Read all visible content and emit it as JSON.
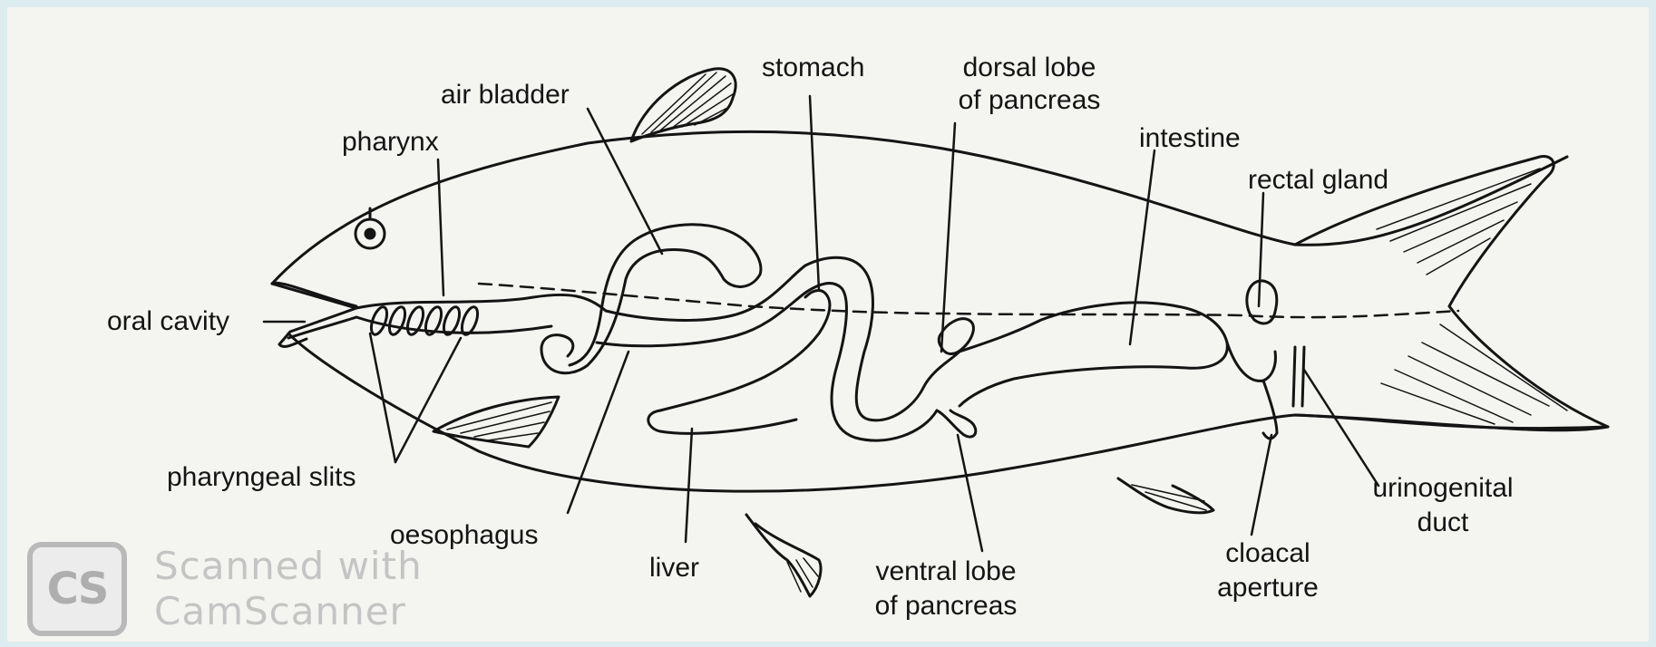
{
  "labels": {
    "oral_cavity": "oral cavity",
    "pharynx": "pharynx",
    "air_bladder": "air bladder",
    "stomach": "stomach",
    "dorsal_lobe_1": "dorsal lobe",
    "dorsal_lobe_2": "of pancreas",
    "intestine": "intestine",
    "rectal_gland": "rectal gland",
    "pharyngeal_slits": "pharyngeal slits",
    "oesophagus": "oesophagus",
    "liver": "liver",
    "ventral_lobe_1": "ventral lobe",
    "ventral_lobe_2": "of pancreas",
    "cloacal_1": "cloacal",
    "cloacal_2": "aperture",
    "urinogenital_1": "urinogenital",
    "urinogenital_2": "duct"
  },
  "watermark": {
    "logo": "CS",
    "line1": "Scanned with",
    "line2": "CamScanner"
  },
  "colors": {
    "ink": "#141414",
    "paper": "#f4f4f1",
    "frame": "#dcecef",
    "watermark": "#bdbdbd"
  }
}
